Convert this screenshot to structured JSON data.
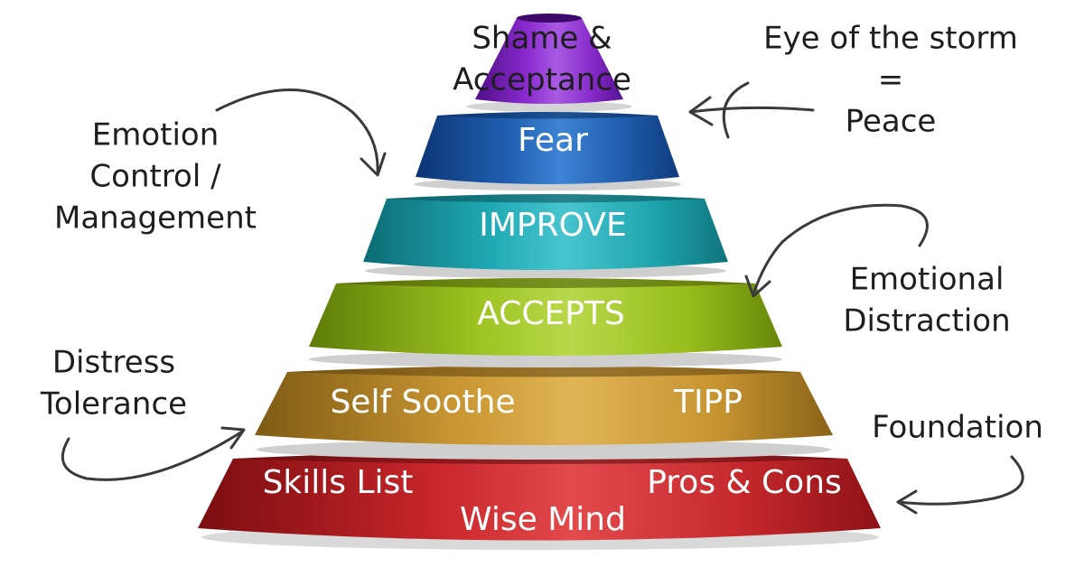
{
  "tiers": {
    "shame": {
      "line1": "Shame &",
      "line2": "Acceptance",
      "color": "#8a2ad0"
    },
    "fear": {
      "label": "Fear",
      "color": "#1f5fb0"
    },
    "improve": {
      "label": "IMPROVE",
      "color": "#1fa9b4"
    },
    "accepts": {
      "label": "ACCEPTS",
      "color": "#9cc21f"
    },
    "distress": {
      "left": "Self Soothe",
      "right": "TIPP",
      "color": "#c99632"
    },
    "foundation": {
      "left": "Skills List",
      "right": "Pros & Cons",
      "bottom": "Wise Mind",
      "color": "#c4282c"
    }
  },
  "annotations": {
    "eye_of_storm": {
      "line1": "Eye of the storm",
      "line2": "=",
      "line3": "Peace"
    },
    "emotion_control": {
      "line1": "Emotion",
      "line2": "Control /",
      "line3": "Management"
    },
    "emotional_distraction": {
      "line1": "Emotional",
      "line2": "Distraction"
    },
    "distress_tolerance": {
      "line1": "Distress",
      "line2": "Tolerance"
    },
    "foundation": {
      "label": "Foundation"
    }
  }
}
